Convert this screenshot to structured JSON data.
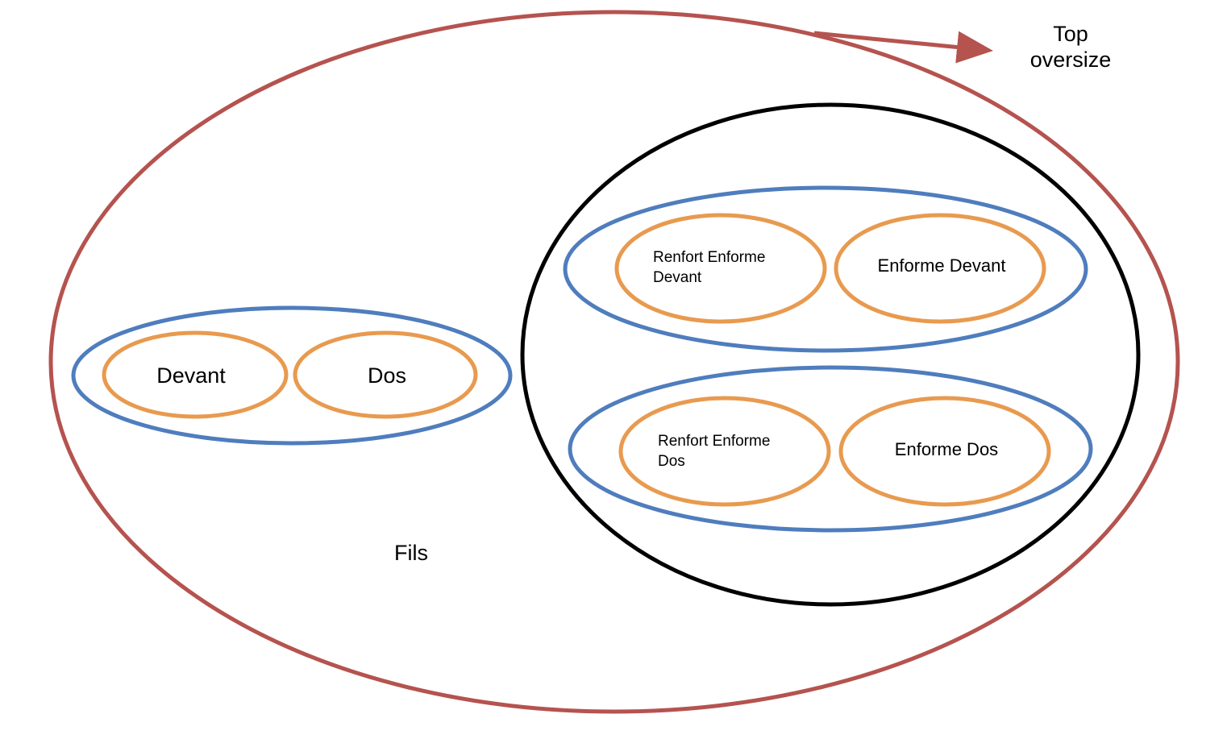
{
  "diagram": {
    "colors": {
      "outer": "#b5534f",
      "group": "#4f7dbd",
      "item": "#e89a4f",
      "container": "#000000",
      "text": "#000000",
      "background": "#ffffff"
    },
    "labels": {
      "top_oversize_line1": "Top",
      "top_oversize_line2": "oversize",
      "fils": "Fils",
      "devant": "Devant",
      "dos": "Dos",
      "renfort_enforme_devant": "Renfort Enforme Devant",
      "enforme_devant": "Enforme Devant",
      "renfort_enforme_dos": "Renfort Enforme Dos",
      "enforme_dos": "Enforme Dos"
    }
  }
}
